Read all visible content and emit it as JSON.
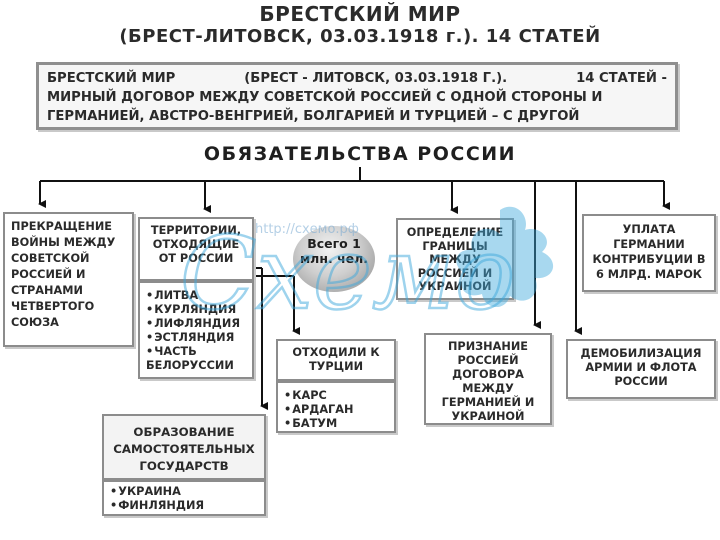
{
  "title_line1": "БРЕСТСКИЙ МИР",
  "title_line2": "(БРЕСТ-ЛИТОВСК, 03.03.1918 г.). 14 СТАТЕЙ",
  "definition": {
    "name": "БРЕСТСКИЙ МИР",
    "place_date": "(БРЕСТ - ЛИТОВСК, 03.03.1918 г.).",
    "articles": "14 СТАТЕЙ -",
    "line2": "МИРНЫЙ ДОГОВОР МЕЖДУ СОВЕТСКОЙ РОССИЕЙ С ОДНОЙ СТОРОНЫ И",
    "line3": "ГЕРМАНИЕЙ, АВСТРО-ВЕНГРИЕЙ, БОЛГАРИЕЙ И ТУРЦИЕЙ – С ДРУГОЙ"
  },
  "heading": "ОБЯЗАТЕЛЬСТВА РОССИИ",
  "end_war": "ПРЕКРАЩЕНИЕ ВОЙНЫ МЕЖДУ СОВЕТСКОЙ РОССИЕЙ И СТРАНАМИ ЧЕТВЕРТОГО СОЮЗА",
  "territories": {
    "title": "ТЕРРИТОРИИ, ОТХОДЯЩИЕ ОТ РОССИИ",
    "items": [
      "ЛИТВА",
      "КУРЛЯНДИЯ",
      "ЛИФЛЯНДИЯ",
      "ЭСТЛЯНДИЯ",
      "ЧАСТЬ БЕЛОРУССИИ"
    ]
  },
  "population": "Всего 1 млн. чел.",
  "border": "ОПРЕДЕЛЕНИЕ ГРАНИЦЫ МЕЖДУ РОССИЕЙ И УКРАИНОЙ",
  "contribution": "УПЛАТА ГЕРМАНИИ КОНТРИБУЦИИ В 6 МЛРД. МАРОК",
  "turkey": {
    "title": "ОТХОДИЛИ К ТУРЦИИ",
    "items": [
      "КАРС",
      "АРДАГАН",
      "БАТУМ"
    ]
  },
  "recognition": "ПРИЗНАНИЕ РОССИЕЙ ДОГОВОРА МЕЖДУ ГЕРМАНИЕЙ И УКРАИНОЙ",
  "demobilization": "ДЕМОБИЛИЗАЦИЯ АРМИИ И ФЛОТА РОССИИ",
  "states": {
    "title": "ОБРАЗОВАНИЕ САМОСТОЯТЕЛЬНЫХ ГОСУДАРСТВ",
    "items": [
      "УКРАИНА",
      "ФИНЛЯНДИЯ"
    ]
  },
  "watermark": {
    "url": "http://схемо.рф",
    "brand": "Схемо",
    "color": "#3fa9dc"
  }
}
